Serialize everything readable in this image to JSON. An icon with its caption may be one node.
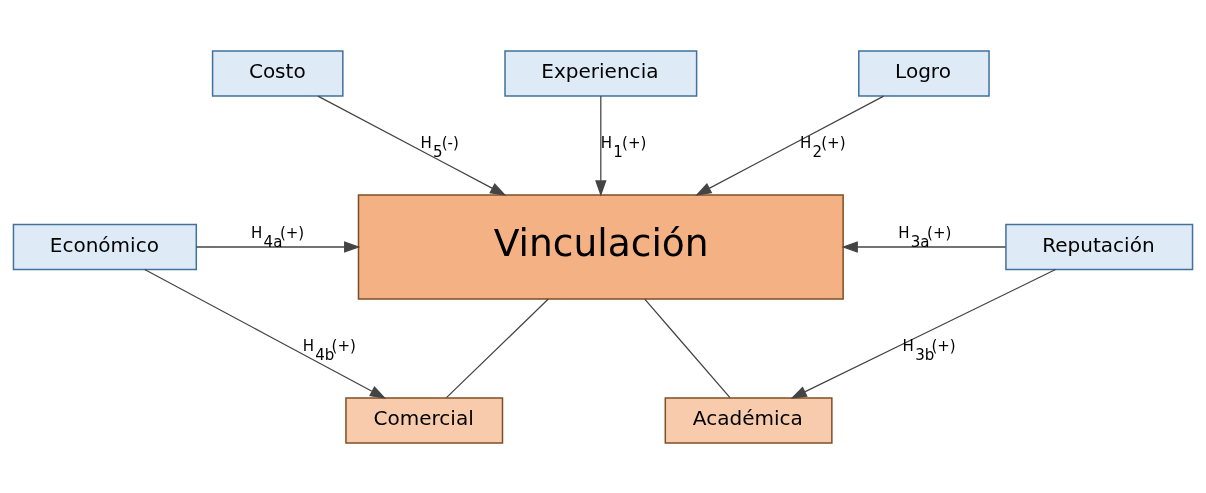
{
  "diagram": {
    "nodes": [
      {
        "text": [
          "Experiencia"
        ]
      },
      {
        "text": [
          "Costo"
        ]
      },
      {
        "text": [
          "Logro"
        ]
      },
      {
        "text": [
          "Vinculación"
        ]
      },
      {
        "text": [
          "Económico"
        ]
      },
      {
        "text": [
          "Reputación"
        ]
      },
      {
        "text": [
          "Comercial"
        ]
      },
      {
        "text": [
          "Académica"
        ]
      }
    ],
    "edges": [
      {
        "from": 0,
        "to": 3,
        "arrow": "to",
        "label": "H$_{1}$(+)"
      },
      {
        "from": 2,
        "to": 3,
        "arrow": "to",
        "label": "H$_{2}$(+)"
      },
      {
        "from": 1,
        "to": 3,
        "arrow": "to",
        "label": "H$_{5}$(-)"
      },
      {
        "from": 4,
        "to": 3,
        "arrow": "to",
        "label": "H$_{4a}$(+)"
      },
      {
        "from": 5,
        "to": 3,
        "arrow": "to",
        "label": "H$_{3a}$(+)"
      },
      {
        "from": 4,
        "to": 6,
        "arrow": "to",
        "label": "H$_{4b}$(+)"
      },
      {
        "from": 5,
        "to": 7,
        "arrow": "to",
        "label": "H$_{3b}$(+)"
      },
      {
        "from": 3,
        "to": 6,
        "arrow": "none"
      },
      {
        "from": 3,
        "to": 7,
        "arrow": "none"
      }
    ]
  }
}
